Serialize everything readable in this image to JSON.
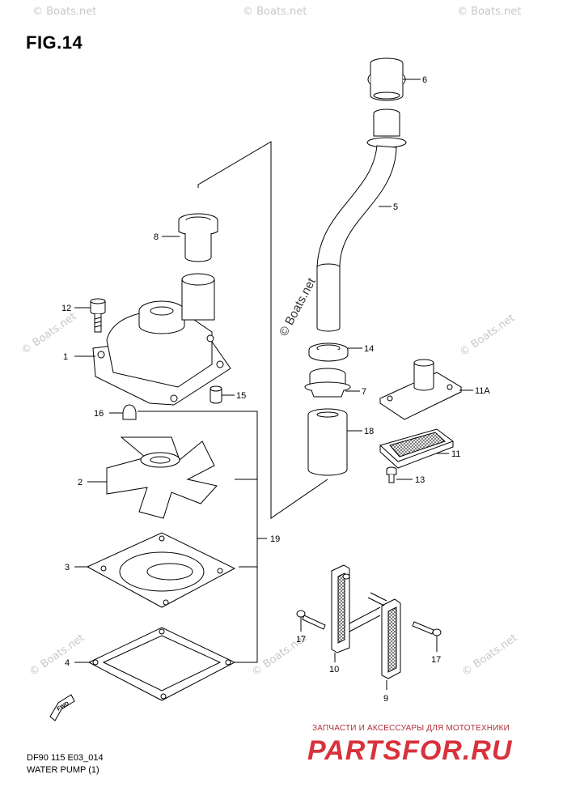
{
  "figure": {
    "title": "FIG.14",
    "code": "DF90 115 E03_014",
    "name": "WATER PUMP (1)"
  },
  "watermark": {
    "text": "© Boats.net",
    "vertical": "© Boats.net"
  },
  "advert": {
    "tagline": "ЗАПЧАСТИ И АКСЕССУАРЫ ДЛЯ МОТОТЕХНИКИ",
    "logo": "PARTSFOR.RU",
    "color": "#d8323c"
  },
  "fwd_label": "FWD",
  "parts": {
    "p1": "1",
    "p2": "2",
    "p3": "3",
    "p4": "4",
    "p5": "5",
    "p6": "6",
    "p7": "7",
    "p8": "8",
    "p9": "9",
    "p10": "10",
    "p11": "11",
    "p11a": "11A",
    "p12": "12",
    "p13": "13",
    "p14": "14",
    "p15": "15",
    "p16": "16",
    "p17a": "17",
    "p17b": "17",
    "p18": "18",
    "p19": "19"
  }
}
